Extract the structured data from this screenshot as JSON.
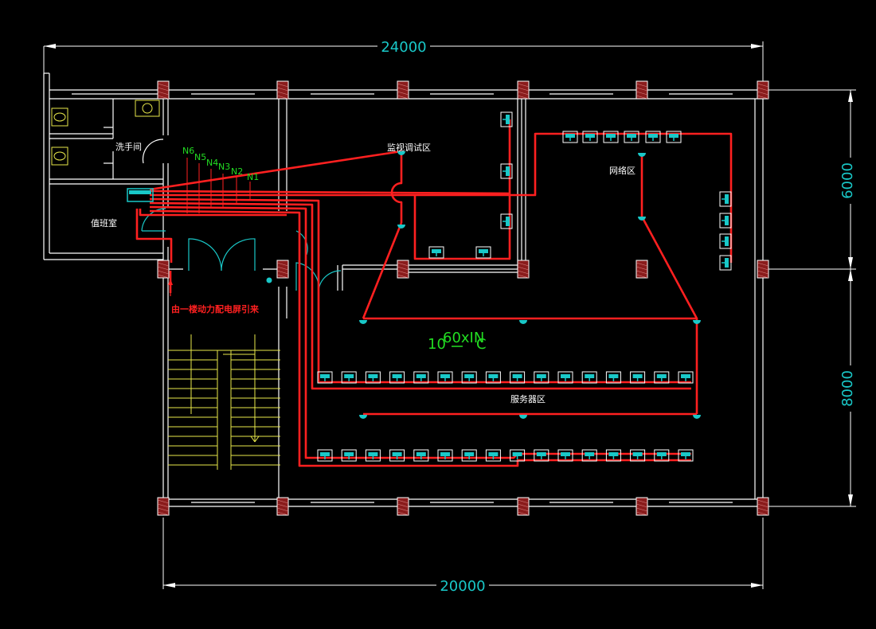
{
  "dimensions": {
    "top": "24000",
    "bottom": "20000",
    "right_upper": "6000",
    "right_lower": "8000"
  },
  "rooms": {
    "washroom": "洗手间",
    "duty_room": "值班室",
    "monitor_area": "监视调试区",
    "network_area": "网络区",
    "server_area": "服务器区"
  },
  "circuits": [
    "N6",
    "N5",
    "N4",
    "N3",
    "N2",
    "N1"
  ],
  "power_note": "由一楼动力配电屏引来",
  "formula": {
    "prefix": "10",
    "main": "60xIN",
    "sub": "C"
  },
  "colors": {
    "background": "#000000",
    "wall": "#ffffff",
    "dimension": "#19c8c8",
    "wiring": "#ff2020",
    "circuit_label": "#22dd22",
    "stairs": "#e8e84a",
    "column_fill": "#8a1c1c"
  }
}
